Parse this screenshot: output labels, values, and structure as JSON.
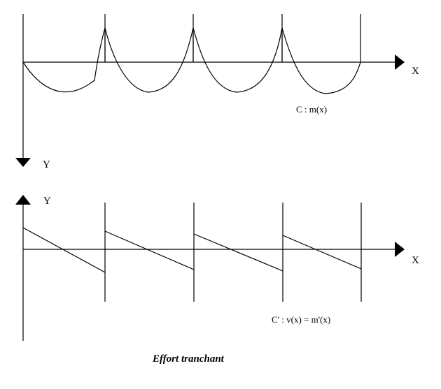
{
  "colors": {
    "ink": "#000000",
    "background": "#ffffff"
  },
  "moment_diagram": {
    "x_label": "X",
    "y_label": "Y",
    "curve_label": "C : m(x)"
  },
  "shear_diagram": {
    "x_label": "X",
    "y_label": "Y",
    "curve_label": "C' : v(x) = m'(x)"
  },
  "caption": "Effort tranchant"
}
